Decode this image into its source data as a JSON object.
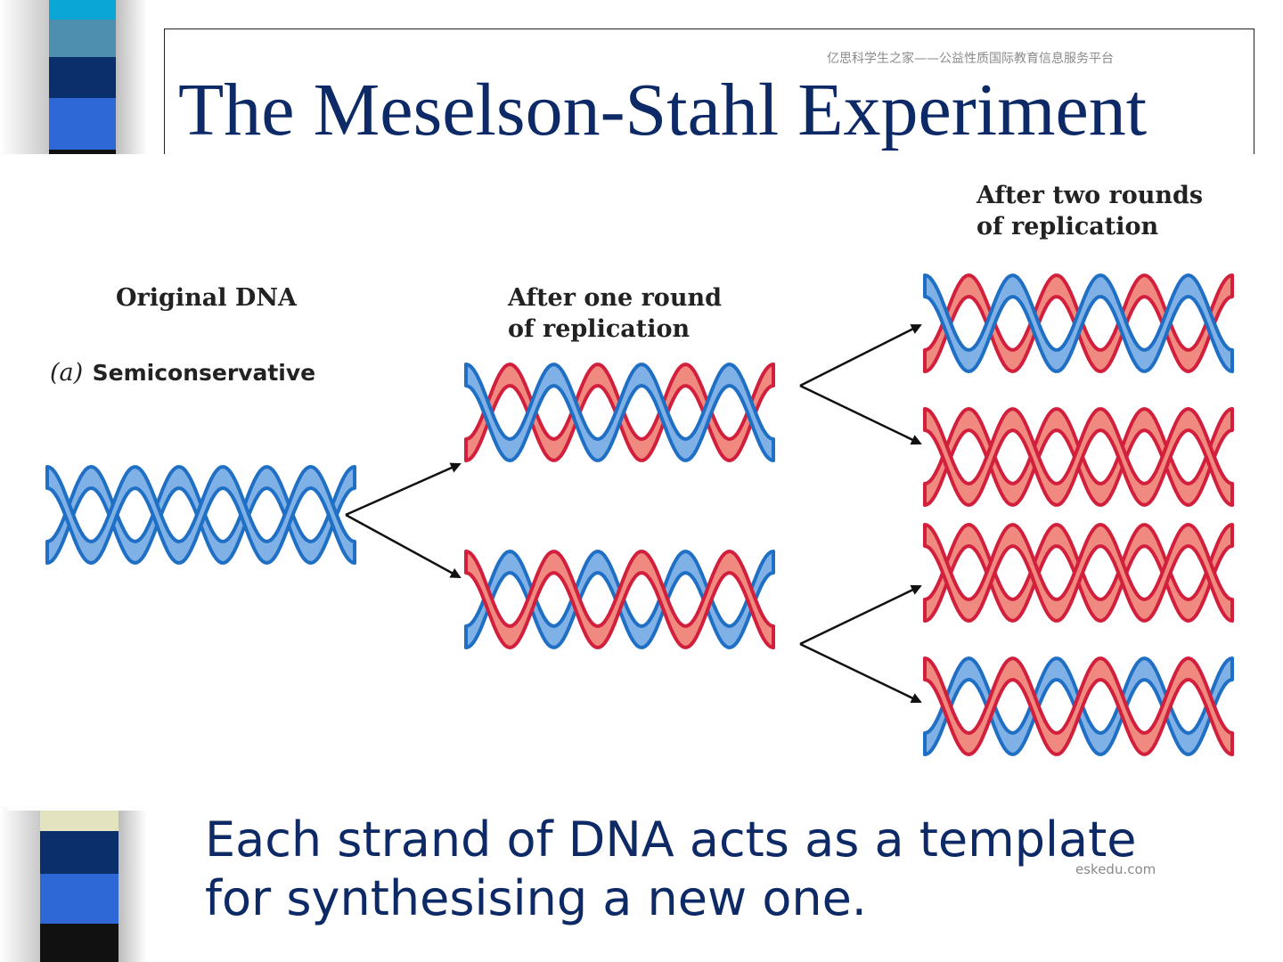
{
  "slide": {
    "title": "The Meselson-Stahl Experiment",
    "watermark_top": "亿思科学生之家——公益性质国际教育信息服务平台",
    "watermark_bottom": "eskedu.com",
    "caption_line1": "Each strand of DNA acts as a template",
    "caption_line2": "for synthesising a new one."
  },
  "diagram": {
    "label_original": "Original DNA",
    "label_model_prefix": "(a)",
    "label_model": "Semiconservative",
    "label_one_round_1": "After one round",
    "label_one_round_2": "of replication",
    "label_two_rounds_1": "After two rounds",
    "label_two_rounds_2": "of replication"
  },
  "colors": {
    "title_navy": "#0d2a66",
    "strand_old_dark": "#1f6fc4",
    "strand_old_light": "#7fb1e6",
    "strand_new_dark": "#d21f3c",
    "strand_new_light": "#f08a80",
    "deco_stripes": [
      "#0aa6d6",
      "#4e8fb0",
      "#0b2f6b",
      "#2e67d6",
      "#111111",
      "#e3e3bf"
    ]
  }
}
